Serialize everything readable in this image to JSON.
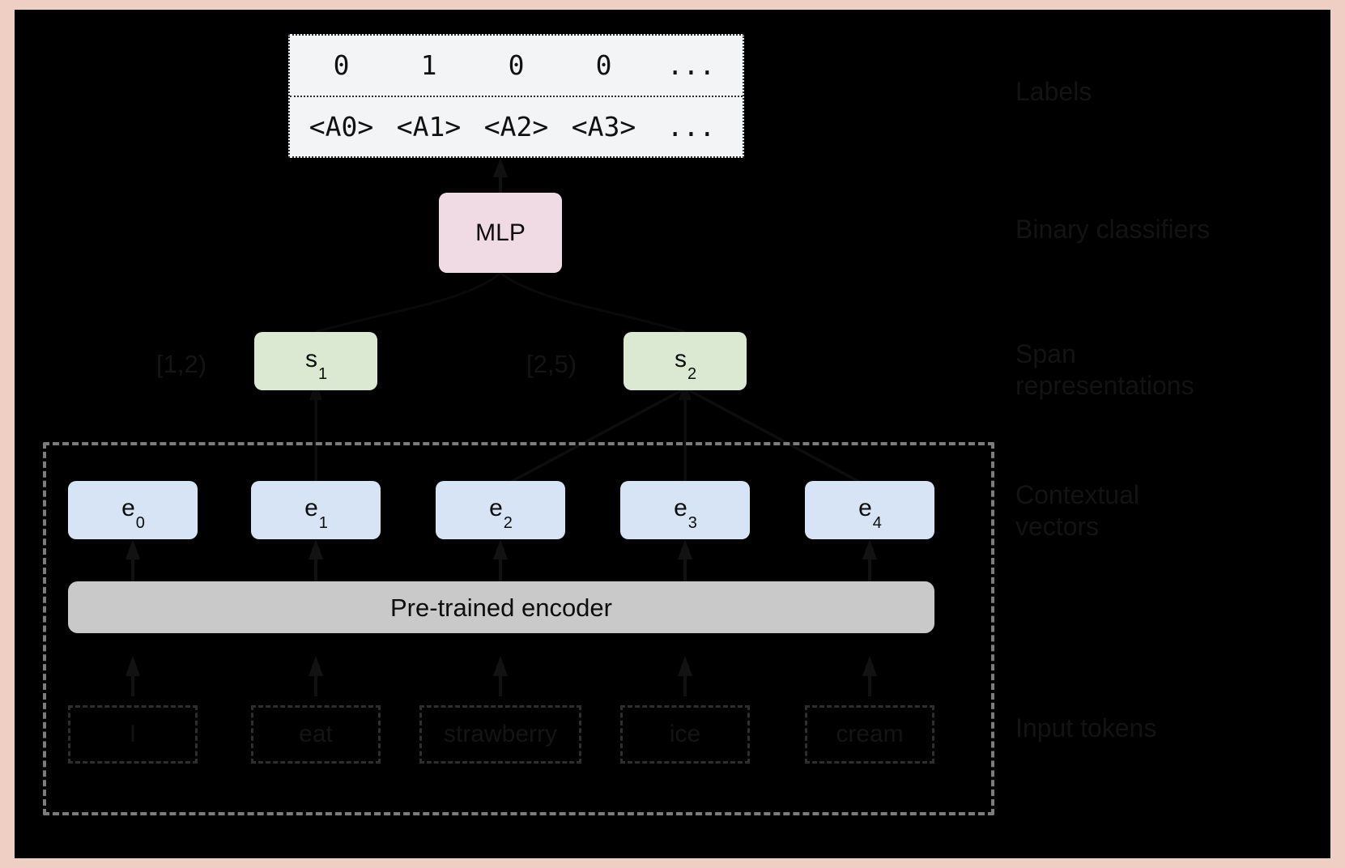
{
  "figure": {
    "title": "Span-based classification architecture",
    "background_color": "#000000",
    "frame_color": "#efcfc4"
  },
  "labels_table": {
    "name": "labels-table",
    "values_row": [
      "0",
      "1",
      "0",
      "0",
      "..."
    ],
    "tokens_row": [
      "<A0>",
      "<A1>",
      "<A2>",
      "<A3>",
      "..."
    ],
    "background": "#f2f4f5",
    "border_style": "dotted"
  },
  "mlp": {
    "label": "MLP",
    "color": "#f0dbe4"
  },
  "spans": [
    {
      "label": "s",
      "sub": "1",
      "index": "[1,2)",
      "color": "#dce9d2"
    },
    {
      "label": "s",
      "sub": "2",
      "index": "[2,5)",
      "color": "#dce9d2"
    }
  ],
  "embeddings": [
    {
      "label": "e",
      "sub": "0",
      "color": "#d6e4f5"
    },
    {
      "label": "e",
      "sub": "1",
      "color": "#d6e4f5"
    },
    {
      "label": "e",
      "sub": "2",
      "color": "#d6e4f5"
    },
    {
      "label": "e",
      "sub": "3",
      "color": "#d6e4f5"
    },
    {
      "label": "e",
      "sub": "4",
      "color": "#d6e4f5"
    }
  ],
  "encoder": {
    "label": "Pre-trained encoder",
    "color": "#c9c9c9"
  },
  "tokens": [
    {
      "text": "I"
    },
    {
      "text": "eat"
    },
    {
      "text": "strawberry"
    },
    {
      "text": "ice"
    },
    {
      "text": "cream"
    }
  ],
  "stage_labels": [
    {
      "text": "Labels"
    },
    {
      "text": "Binary classifiers"
    },
    {
      "text": "Span\nrepresentations"
    },
    {
      "text": "Contextual\nvectors"
    },
    {
      "text": "Input tokens"
    }
  ]
}
